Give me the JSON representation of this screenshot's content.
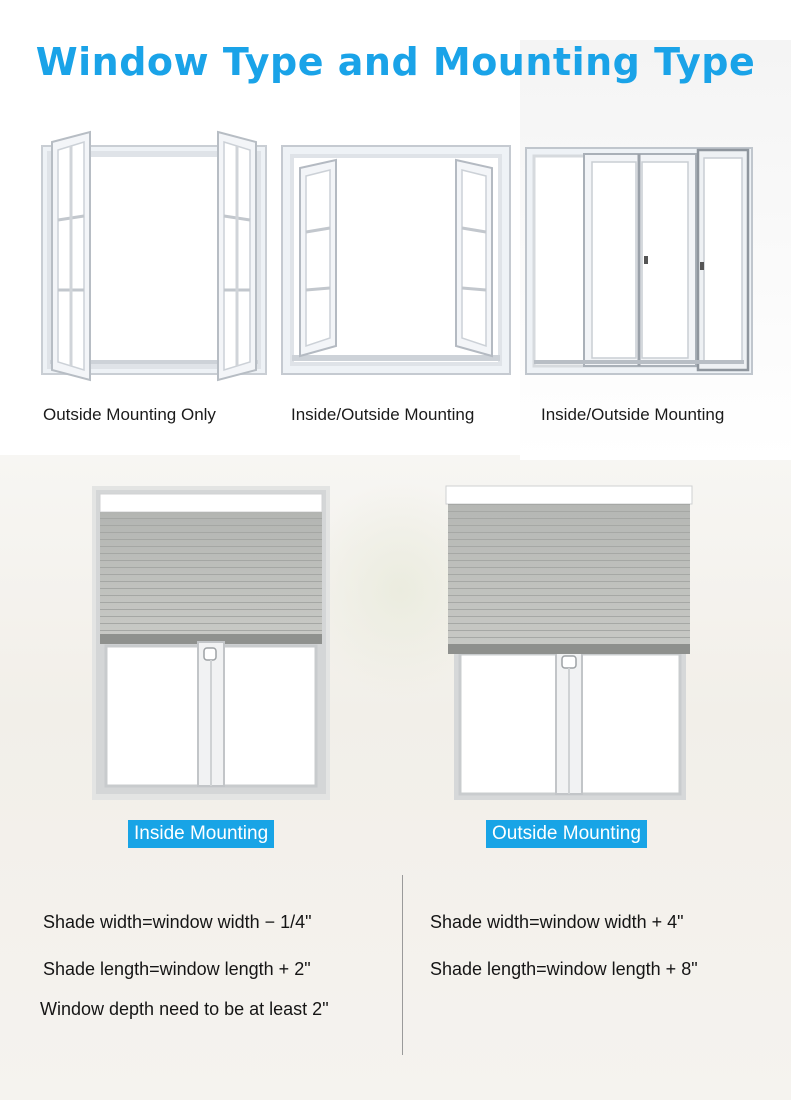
{
  "title": "Window Type and Mounting Type",
  "window_types": [
    {
      "caption": "Outside Mounting Only",
      "icon": "casement-window-open-icon"
    },
    {
      "caption": "Inside/Outside Mounting",
      "icon": "framed-casement-window-icon"
    },
    {
      "caption": "Inside/Outside Mounting",
      "icon": "sliding-window-icon"
    }
  ],
  "mounting": {
    "inside": {
      "label": "Inside Mounting",
      "specs": [
        "Shade width=window width − 1/4\"",
        "Shade length=window length + 2\"",
        "Window depth need to be at least 2\""
      ]
    },
    "outside": {
      "label": "Outside Mounting",
      "specs": [
        "Shade width=window width + 4\"",
        "Shade length=window length + 8\""
      ]
    }
  },
  "colors": {
    "accent": "#1aa3e8",
    "badge": "#18a4e6",
    "shade": "#b9bbb8",
    "frame": "#d6d9dd"
  }
}
